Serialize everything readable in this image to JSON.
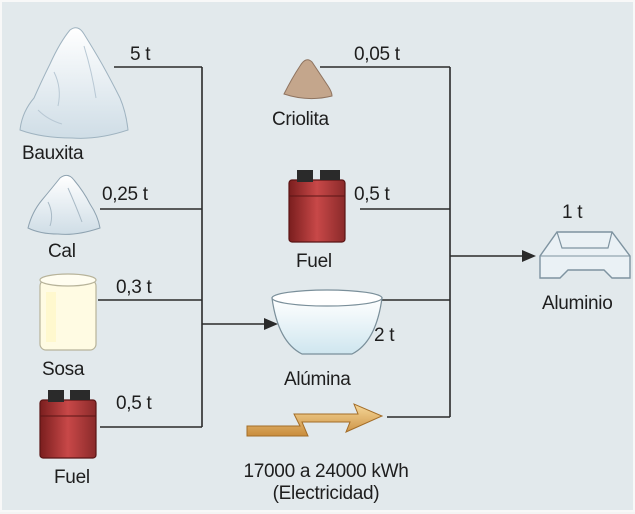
{
  "inputs": {
    "bauxita": {
      "name": "Bauxita",
      "qty": "5 t"
    },
    "cal": {
      "name": "Cal",
      "qty": "0,25 t"
    },
    "sosa": {
      "name": "Sosa",
      "qty": "0,3 t"
    },
    "fuel_left": {
      "name": "Fuel",
      "qty": "0,5 t"
    },
    "criolita": {
      "name": "Criolita",
      "qty": "0,05 t"
    },
    "fuel_mid": {
      "name": "Fuel",
      "qty": "0,5 t"
    }
  },
  "alumina": {
    "name": "Alúmina",
    "qty": "2 t"
  },
  "electricity": {
    "amount": "17000 a 24000 kWh",
    "label": "(Electricidad)"
  },
  "output": {
    "name": "Aluminio",
    "qty": "1 t"
  },
  "colors": {
    "background": "#e2e9ec",
    "line": "#2a2a2a",
    "fuel_red": "#b83a3a",
    "arrow_orange": "#e2b36a"
  }
}
